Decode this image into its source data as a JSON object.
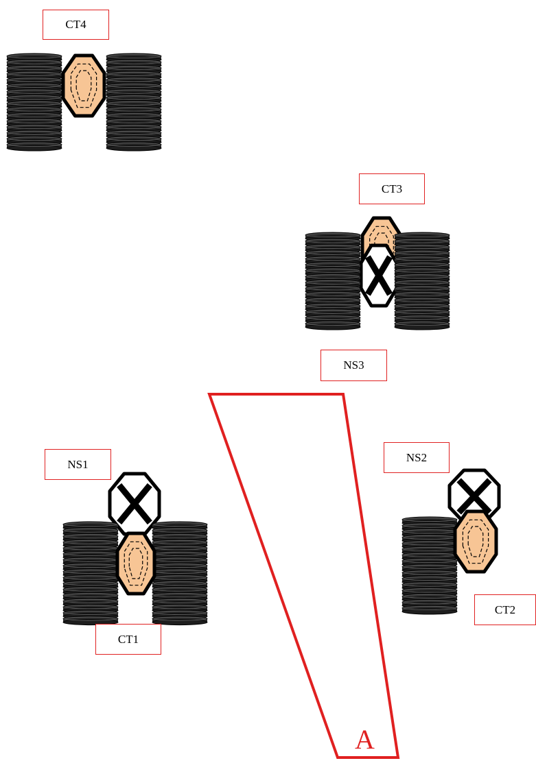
{
  "labels": {
    "ct4": "CT4",
    "ct3": "CT3",
    "ns3": "NS3",
    "ns1": "NS1",
    "ct1": "CT1",
    "ns2": "NS2",
    "ct2": "CT2"
  },
  "wedge_letter": "A",
  "colors": {
    "stack_fill": "#2b2b2b",
    "stack_outline": "#000000",
    "octagon_tan": "#f7c595",
    "accent_red": "#e02020"
  }
}
